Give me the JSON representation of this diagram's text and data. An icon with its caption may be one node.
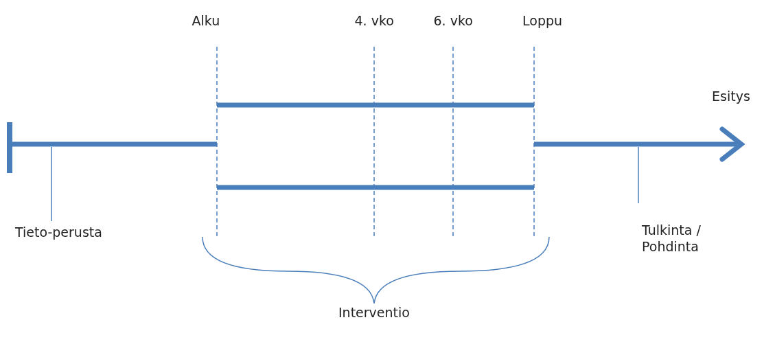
{
  "diagram": {
    "nodes": [
      {
        "text": [
          "Tieto-perusta"
        ]
      },
      {
        "text": [],
        "shape": "bar"
      },
      {
        "text": [
          "Tulkinta / Pohdinta"
        ]
      },
      {
        "text": [],
        "shape": "arrow"
      }
    ],
    "edges": [
      {
        "from": 0,
        "to": 1,
        "arrow": "none"
      },
      {
        "from": 2,
        "to": 3,
        "arrow": "none"
      }
    ],
    "labels": [
      "Alku",
      "4. vko",
      "6. vko",
      "Loppu",
      "Esitys",
      "Interventio"
    ]
  }
}
